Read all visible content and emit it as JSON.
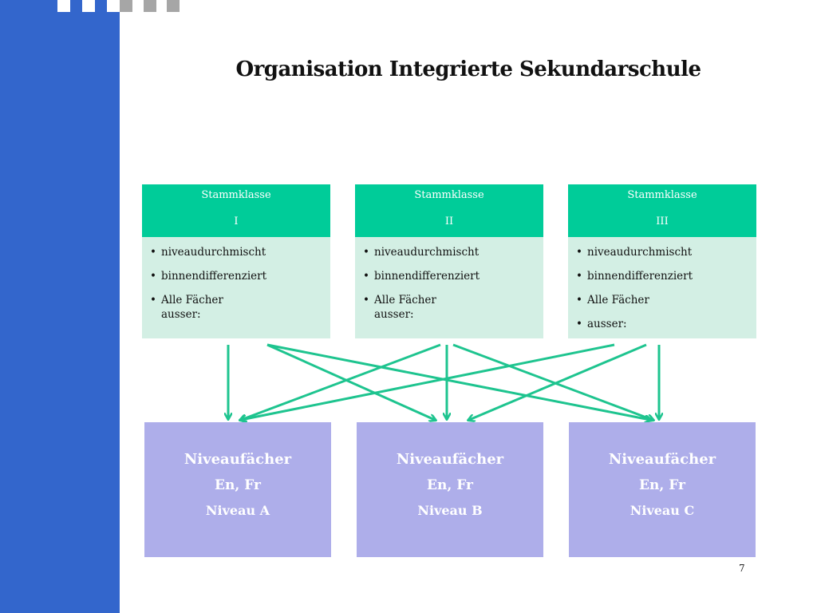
{
  "colors": {
    "sidebar": "#3366cc",
    "stamm_header": "#00cc99",
    "stamm_body": "#d3efe4",
    "niveau_box": "#aeaeea",
    "arrow": "#1ec48f"
  },
  "title": "Organisation Integrierte Sekundarschule",
  "stammklassen": [
    {
      "label": "Stammklasse",
      "number": "I",
      "items": [
        "niveaudurchmischt",
        "binnendifferenziert",
        "Alle Fächer",
        "ausser:"
      ]
    },
    {
      "label": "Stammklasse",
      "number": "II",
      "items": [
        "niveaudurchmischt",
        "binnendifferenziert",
        "Alle Fächer",
        "ausser:"
      ]
    },
    {
      "label": "Stammklasse",
      "number": "III",
      "items": [
        "niveaudurchmischt",
        "binnendifferenziert",
        "Alle Fächer",
        "ausser:"
      ]
    }
  ],
  "niveaufaecher": [
    {
      "title": "Niveaufächer",
      "subjects": "En, Fr",
      "level": "Niveau A"
    },
    {
      "title": "Niveaufächer",
      "subjects": "En, Fr",
      "level": "Niveau B"
    },
    {
      "title": "Niveaufächer",
      "subjects": "En, Fr",
      "level": "Niveau C"
    }
  ],
  "page_number": "7"
}
